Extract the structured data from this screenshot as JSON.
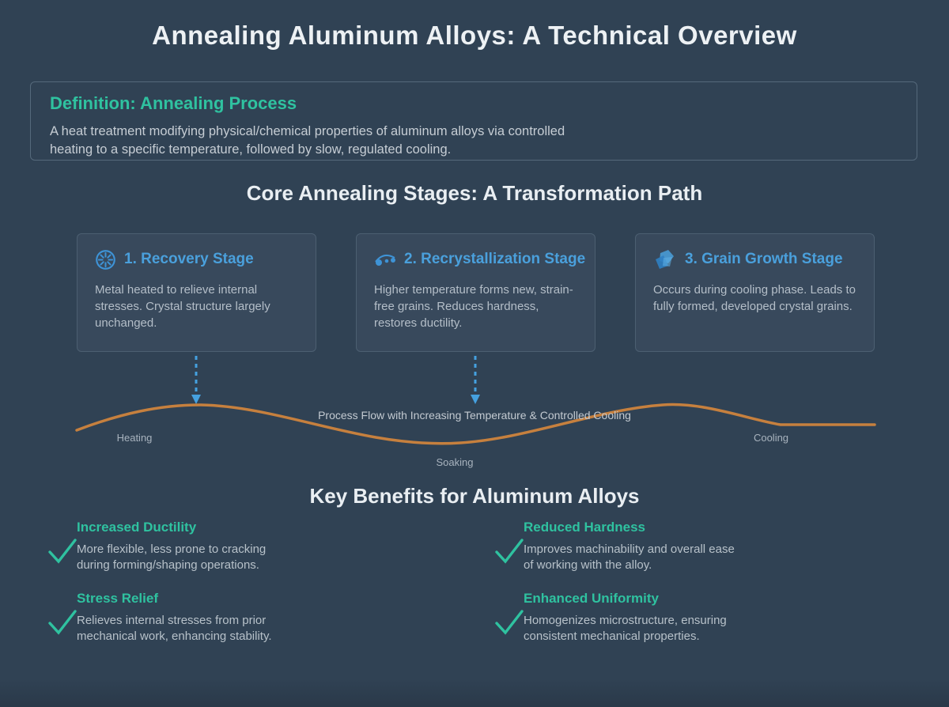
{
  "page": {
    "title": "Annealing Aluminum Alloys: A Technical Overview"
  },
  "definition": {
    "heading": "Definition: Annealing Process",
    "body": "A heat treatment modifying physical/chemical properties of aluminum alloys via controlled heating to a specific temperature, followed by slow, regulated cooling."
  },
  "stages_section": {
    "heading": "Core Annealing Stages: A Transformation Path",
    "cards": [
      {
        "icon": "gauge-icon",
        "title": "1. Recovery Stage",
        "body": "Metal heated to relieve internal stresses. Crystal structure largely unchanged."
      },
      {
        "icon": "scatter-dots-icon",
        "title": "2. Recrystallization Stage",
        "body": "Higher temperature forms new, strain-free grains. Reduces hardness, restores ductility."
      },
      {
        "icon": "crystal-icon",
        "title": "3. Grain Growth Stage",
        "body": "Occurs during cooling phase. Leads to fully formed, developed crystal grains."
      }
    ]
  },
  "process_flow": {
    "caption": "Process Flow with Increasing Temperature & Controlled Cooling",
    "labels": {
      "heating": "Heating",
      "soaking": "Soaking",
      "cooling": "Cooling"
    }
  },
  "benefits_section": {
    "heading": "Key Benefits for Aluminum Alloys",
    "icon": "checkmark-icon",
    "items": [
      {
        "title": "Increased Ductility",
        "body": "More flexible, less prone to cracking during forming/shaping operations."
      },
      {
        "title": "Reduced Hardness",
        "body": "Improves machinability and overall ease of working with the alloy."
      },
      {
        "title": "Stress Relief",
        "body": "Relieves internal stresses from prior mechanical work, enhancing stability."
      },
      {
        "title": "Enhanced Uniformity",
        "body": "Homogenizes microstructure, ensuring consistent mechanical properties."
      }
    ]
  },
  "colors": {
    "background": "#304254",
    "card_background": "#38495c",
    "card_border": "#4c5f71",
    "accent_teal": "#2fc2a0",
    "accent_blue": "#4aa0dc",
    "curve_orange": "#c6803e",
    "arrow_blue": "#45a1e0",
    "title_white": "#edf1f4",
    "body_gray": "#b7c1c9"
  }
}
